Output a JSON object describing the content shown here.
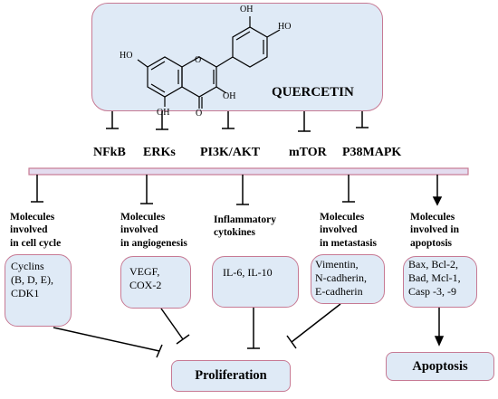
{
  "compound": {
    "name": "QUERCETIN",
    "atoms": [
      "HO",
      "OH",
      "HO",
      "O",
      "OH",
      "OH",
      "O"
    ]
  },
  "pathways": [
    "NFkB",
    "ERKs",
    "PI3K/AKT",
    "mTOR",
    "P38MAPK"
  ],
  "groups": [
    {
      "title": "Molecules\ninvolved\nin cell cycle",
      "items": "Cyclins\n(B, D, E),\nCDK1"
    },
    {
      "title": "Molecules\ninvolved\nin angiogenesis",
      "items": "VEGF,\nCOX-2"
    },
    {
      "title": "Inflammatory\ncytokines",
      "items": "IL-6, IL-10"
    },
    {
      "title": "Molecules\ninvolved\nin metastasis",
      "items": "Vimentin,\nN-cadherin,\nE-cadherin"
    },
    {
      "title": "Molecules\ninvolved in\napoptosis",
      "items": "Bax, Bcl-2,\nBad, Mcl-1,\nCasp -3, -9"
    }
  ],
  "outcomes": {
    "proliferation": "Proliferation",
    "apoptosis": "Apoptosis"
  },
  "colors": {
    "box_fill": "#dfeaf6",
    "box_border": "#c77a94",
    "bar_fill": "#e4dcef"
  }
}
